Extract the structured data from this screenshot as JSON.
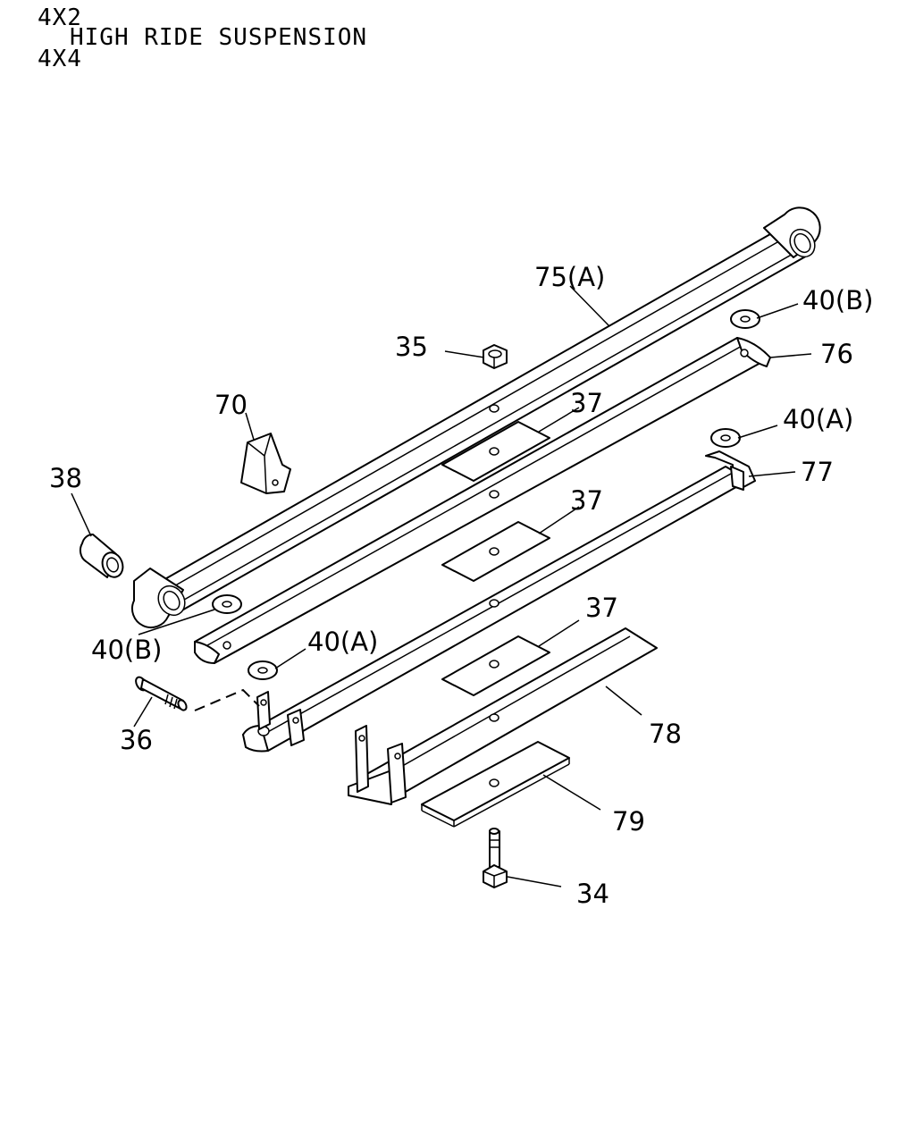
{
  "header": {
    "line1": "4X2",
    "line2": "HIGH RIDE SUSPENSION",
    "line3": "4X4"
  },
  "callouts": {
    "p75a": "75(A)",
    "p40b_top": "40(B)",
    "p76": "76",
    "p35": "35",
    "p70": "70",
    "p37_a": "37",
    "p40a_right": "40(A)",
    "p77": "77",
    "p38": "38",
    "p37_b": "37",
    "p37_c": "37",
    "p40b_left": "40(B)",
    "p40a_left": "40(A)",
    "p36": "36",
    "p78": "78",
    "p79": "79",
    "p34": "34"
  }
}
